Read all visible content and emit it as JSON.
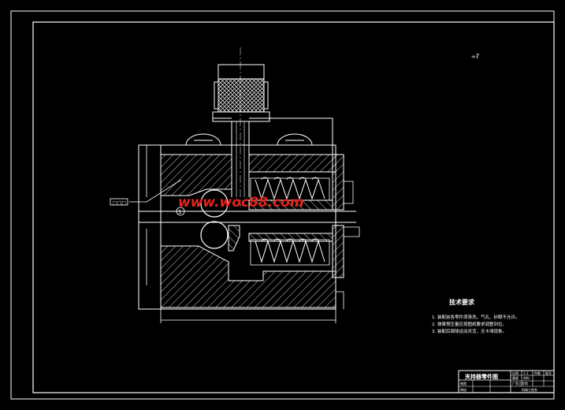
{
  "drawing": {
    "corner_mark": "∞∜",
    "part_callout": "□□□",
    "balloon_number": "1",
    "watermark": "www.woc88.com",
    "tech_requirements": {
      "title": "技术要求",
      "items": [
        "1. 装配前各零件须清洗，气孔、砂眼不允许。",
        "2. 弹簧预压量应按图纸要求调整到位。",
        "3. 装配后钢球运动灵活，无卡滞现象。"
      ]
    },
    "title_block": {
      "name": "夹持器零件图",
      "cells": [
        "比例",
        "1:1",
        "件数",
        "图号",
        "重量",
        "材料",
        "制图",
        "审核",
        "广西工学院",
        "机械工程系"
      ]
    }
  },
  "colors": {
    "background": "#000000",
    "lines": "#ffffff",
    "watermark": "#e8231c"
  }
}
